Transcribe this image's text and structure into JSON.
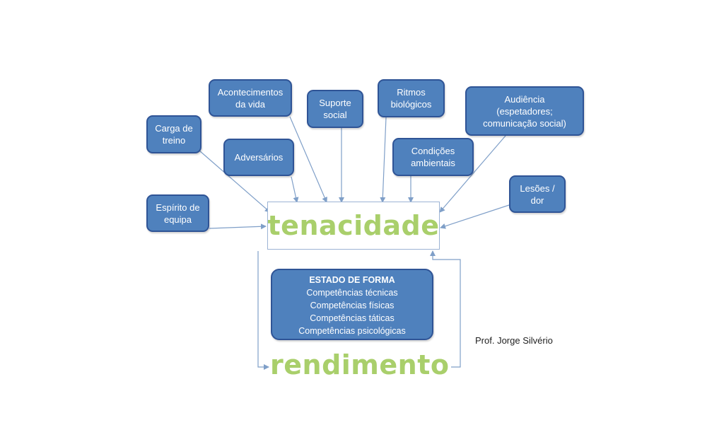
{
  "factors": {
    "carga": "Carga de\ntreino",
    "acontecimentos": "Acontecimentos\nda vida",
    "suporte": "Suporte\nsocial",
    "ritmos": "Ritmos\nbiológicos",
    "audiencia": "Audiência\n(espetadores;\ncomunicação social)",
    "adversarios": "Adversários",
    "condicoes": "Condições\nambientais",
    "espirito": "Espírito de\nequipa",
    "lesoes": "Lesões /\ndor"
  },
  "center": {
    "word": "tenacidade"
  },
  "estado_forma": {
    "title": "ESTADO DE FORMA",
    "items": [
      "Competências técnicas",
      "Competências físicas",
      "Competências táticas",
      "Competências psicológicas"
    ]
  },
  "result": {
    "word": "rendimento"
  },
  "credit": "Prof. Jorge Silvério",
  "colors": {
    "box_fill": "#4f81bd",
    "box_border": "#2f5496",
    "accent_green": "#a9cf6b",
    "arrow": "#7f9fc8"
  }
}
